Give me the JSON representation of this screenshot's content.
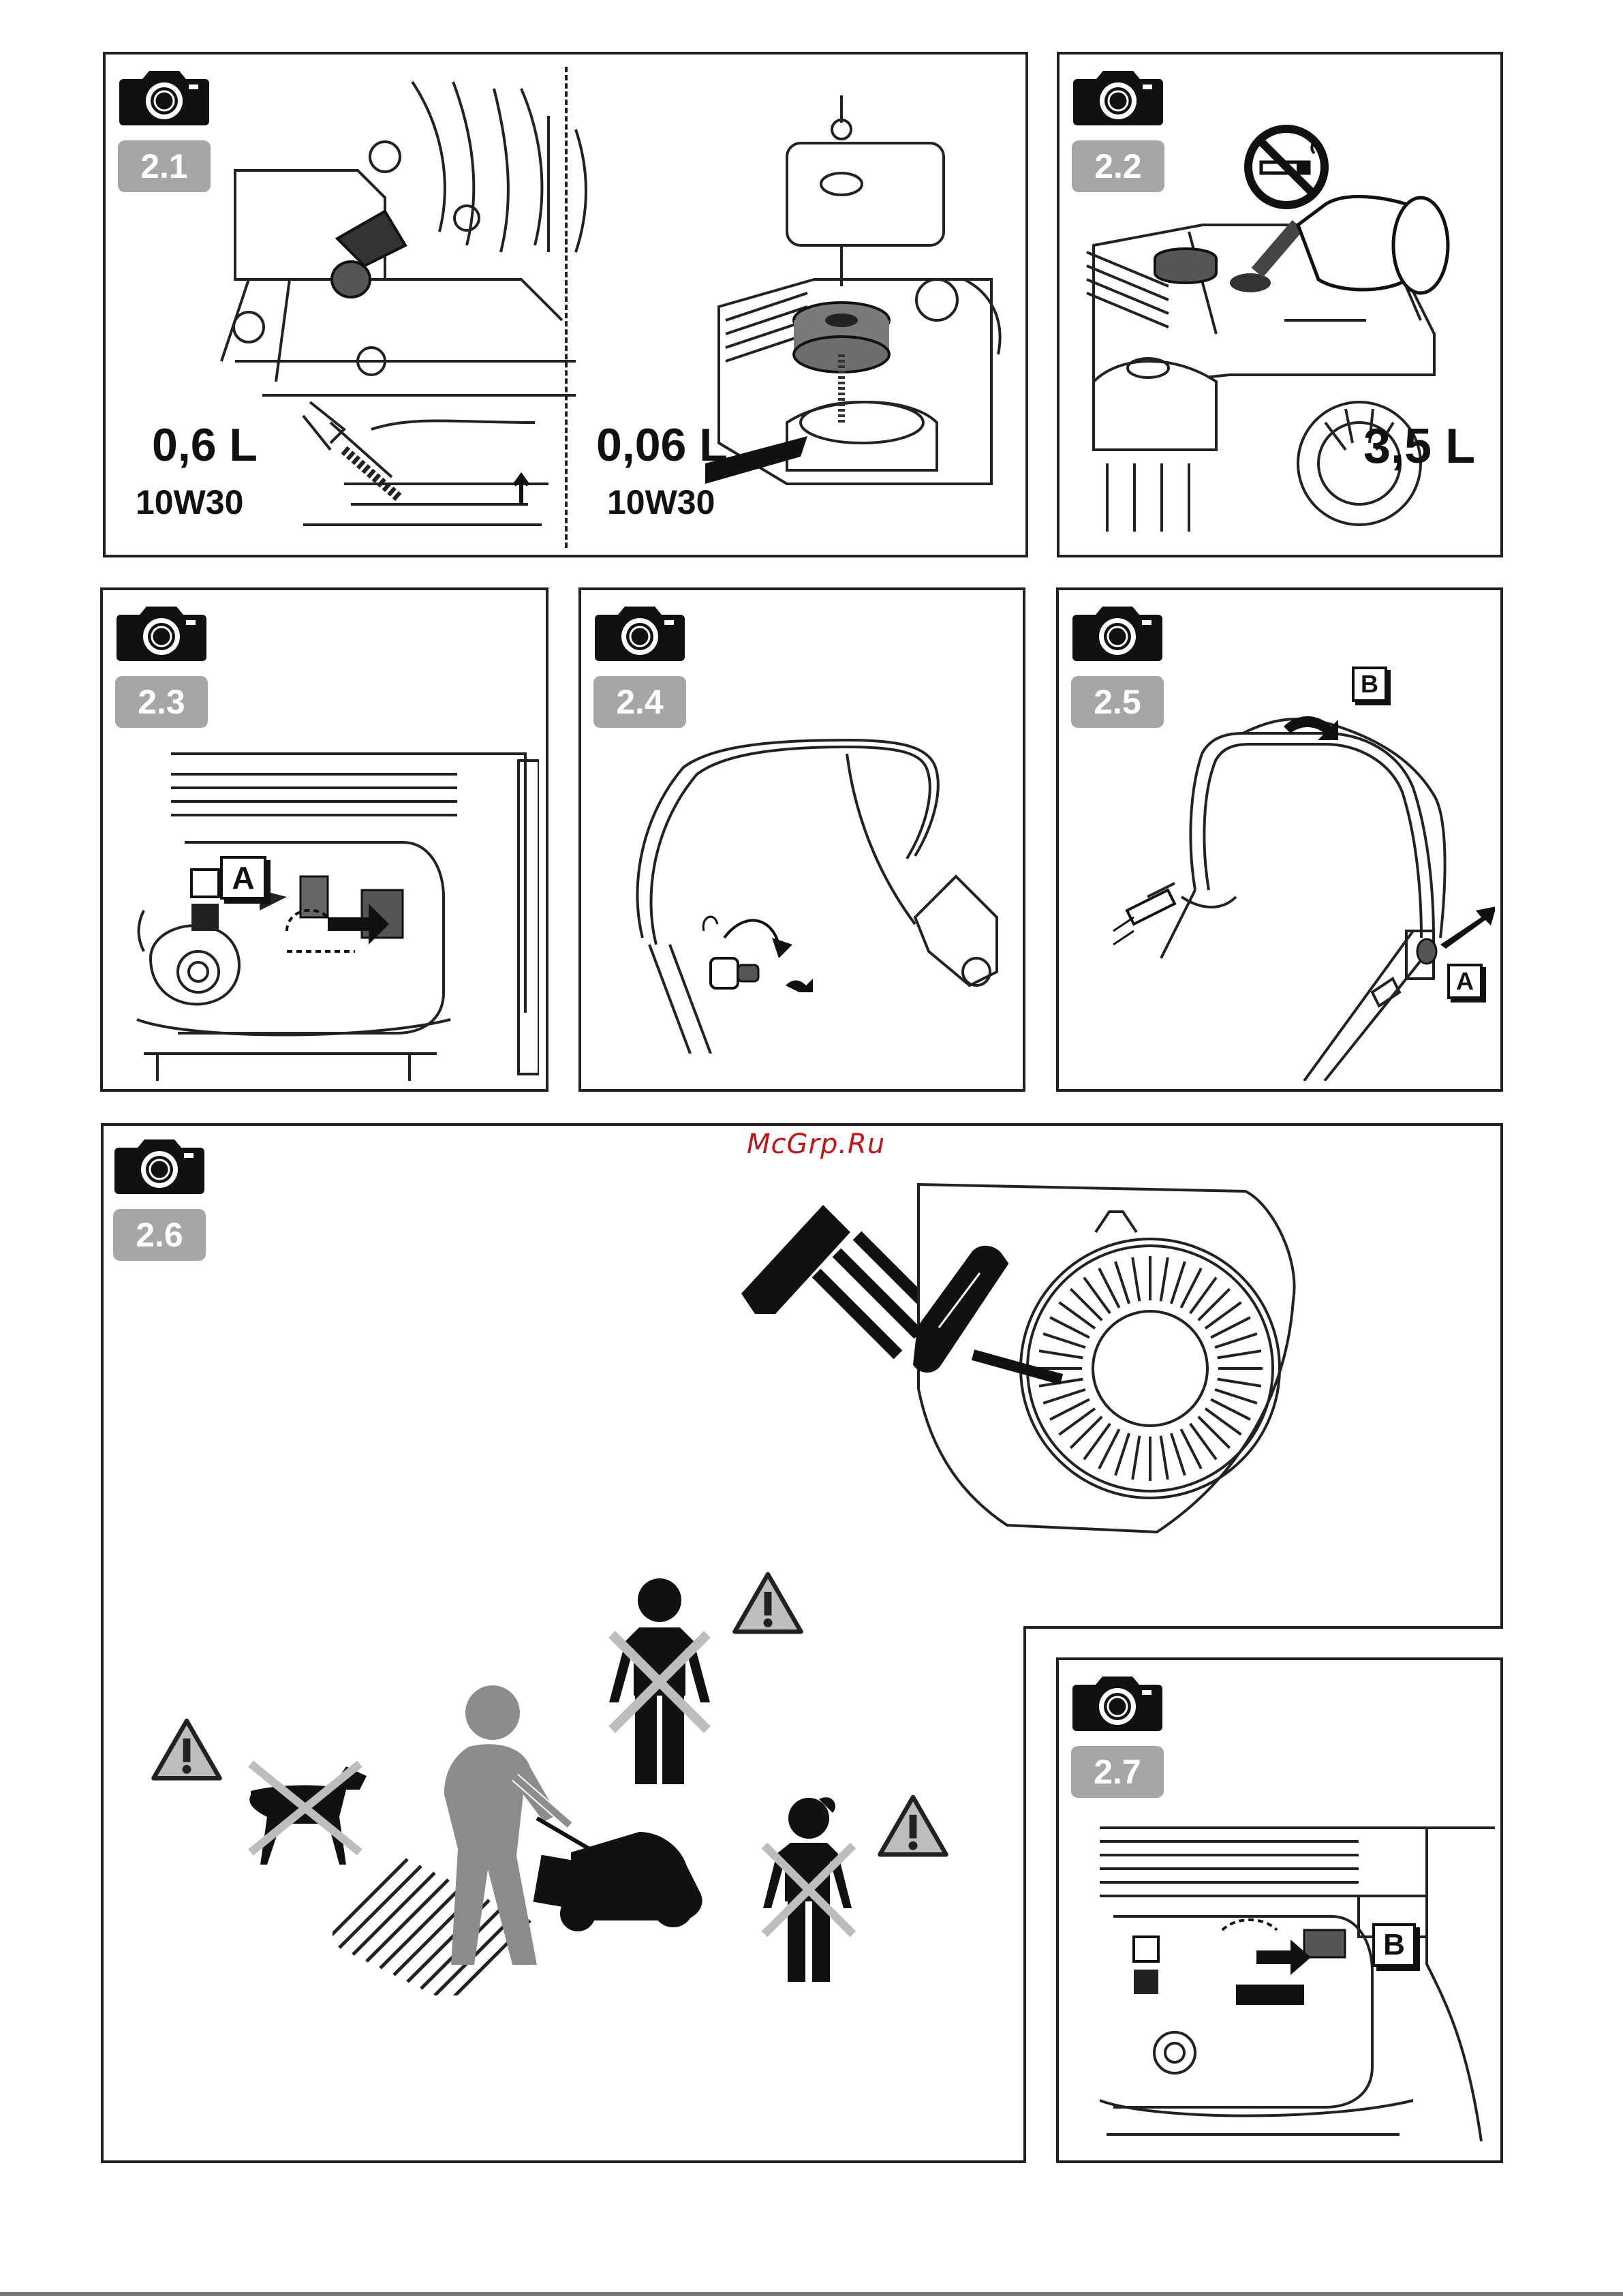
{
  "watermark": "McGrp.Ru",
  "icons": {
    "camera": "camera-icon",
    "warning": "warning-triangle-icon",
    "no_smoking": "no-smoking-icon"
  },
  "colors": {
    "badge": "#a6a6a6",
    "frame": "#222222",
    "figure": "#8c8c8c",
    "watermark": "#c0161b"
  },
  "panels": {
    "p21": {
      "number": "2.1",
      "left_volume": "0,6 L",
      "left_oil": "10W30",
      "right_volume": "0,06 L",
      "right_oil": "10W30"
    },
    "p22": {
      "number": "2.2",
      "volume": "3,5 L"
    },
    "p23": {
      "number": "2.3",
      "label_a": "A"
    },
    "p24": {
      "number": "2.4"
    },
    "p25": {
      "number": "2.5",
      "label_b": "B",
      "label_a": "A"
    },
    "p26": {
      "number": "2.6"
    },
    "p27": {
      "number": "2.7",
      "label_b": "B"
    }
  }
}
